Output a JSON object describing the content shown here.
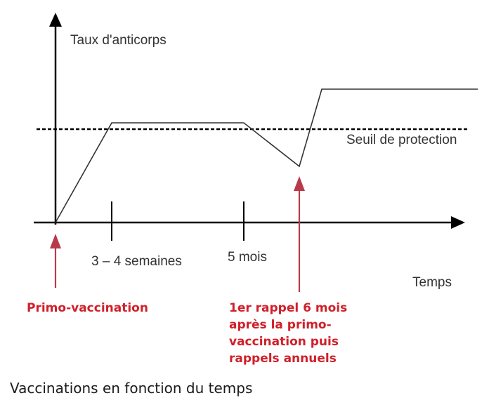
{
  "y_axis_label": "Taux d'anticorps",
  "x_axis_label": "Temps",
  "threshold_label": "Seuil de protection",
  "ticks": {
    "t1": "3 – 4 semaines",
    "t2": "5 mois"
  },
  "annotations": {
    "primo": "Primo-vaccination",
    "rappel_lines": [
      "1er rappel 6 mois",
      "après la primo-",
      "vaccination puis",
      "rappels annuels"
    ]
  },
  "caption": "Vaccinations en fonction du temps",
  "colors": {
    "line": "#333333",
    "annotation": "#d0202a",
    "arrow": "#b83a4a"
  }
}
